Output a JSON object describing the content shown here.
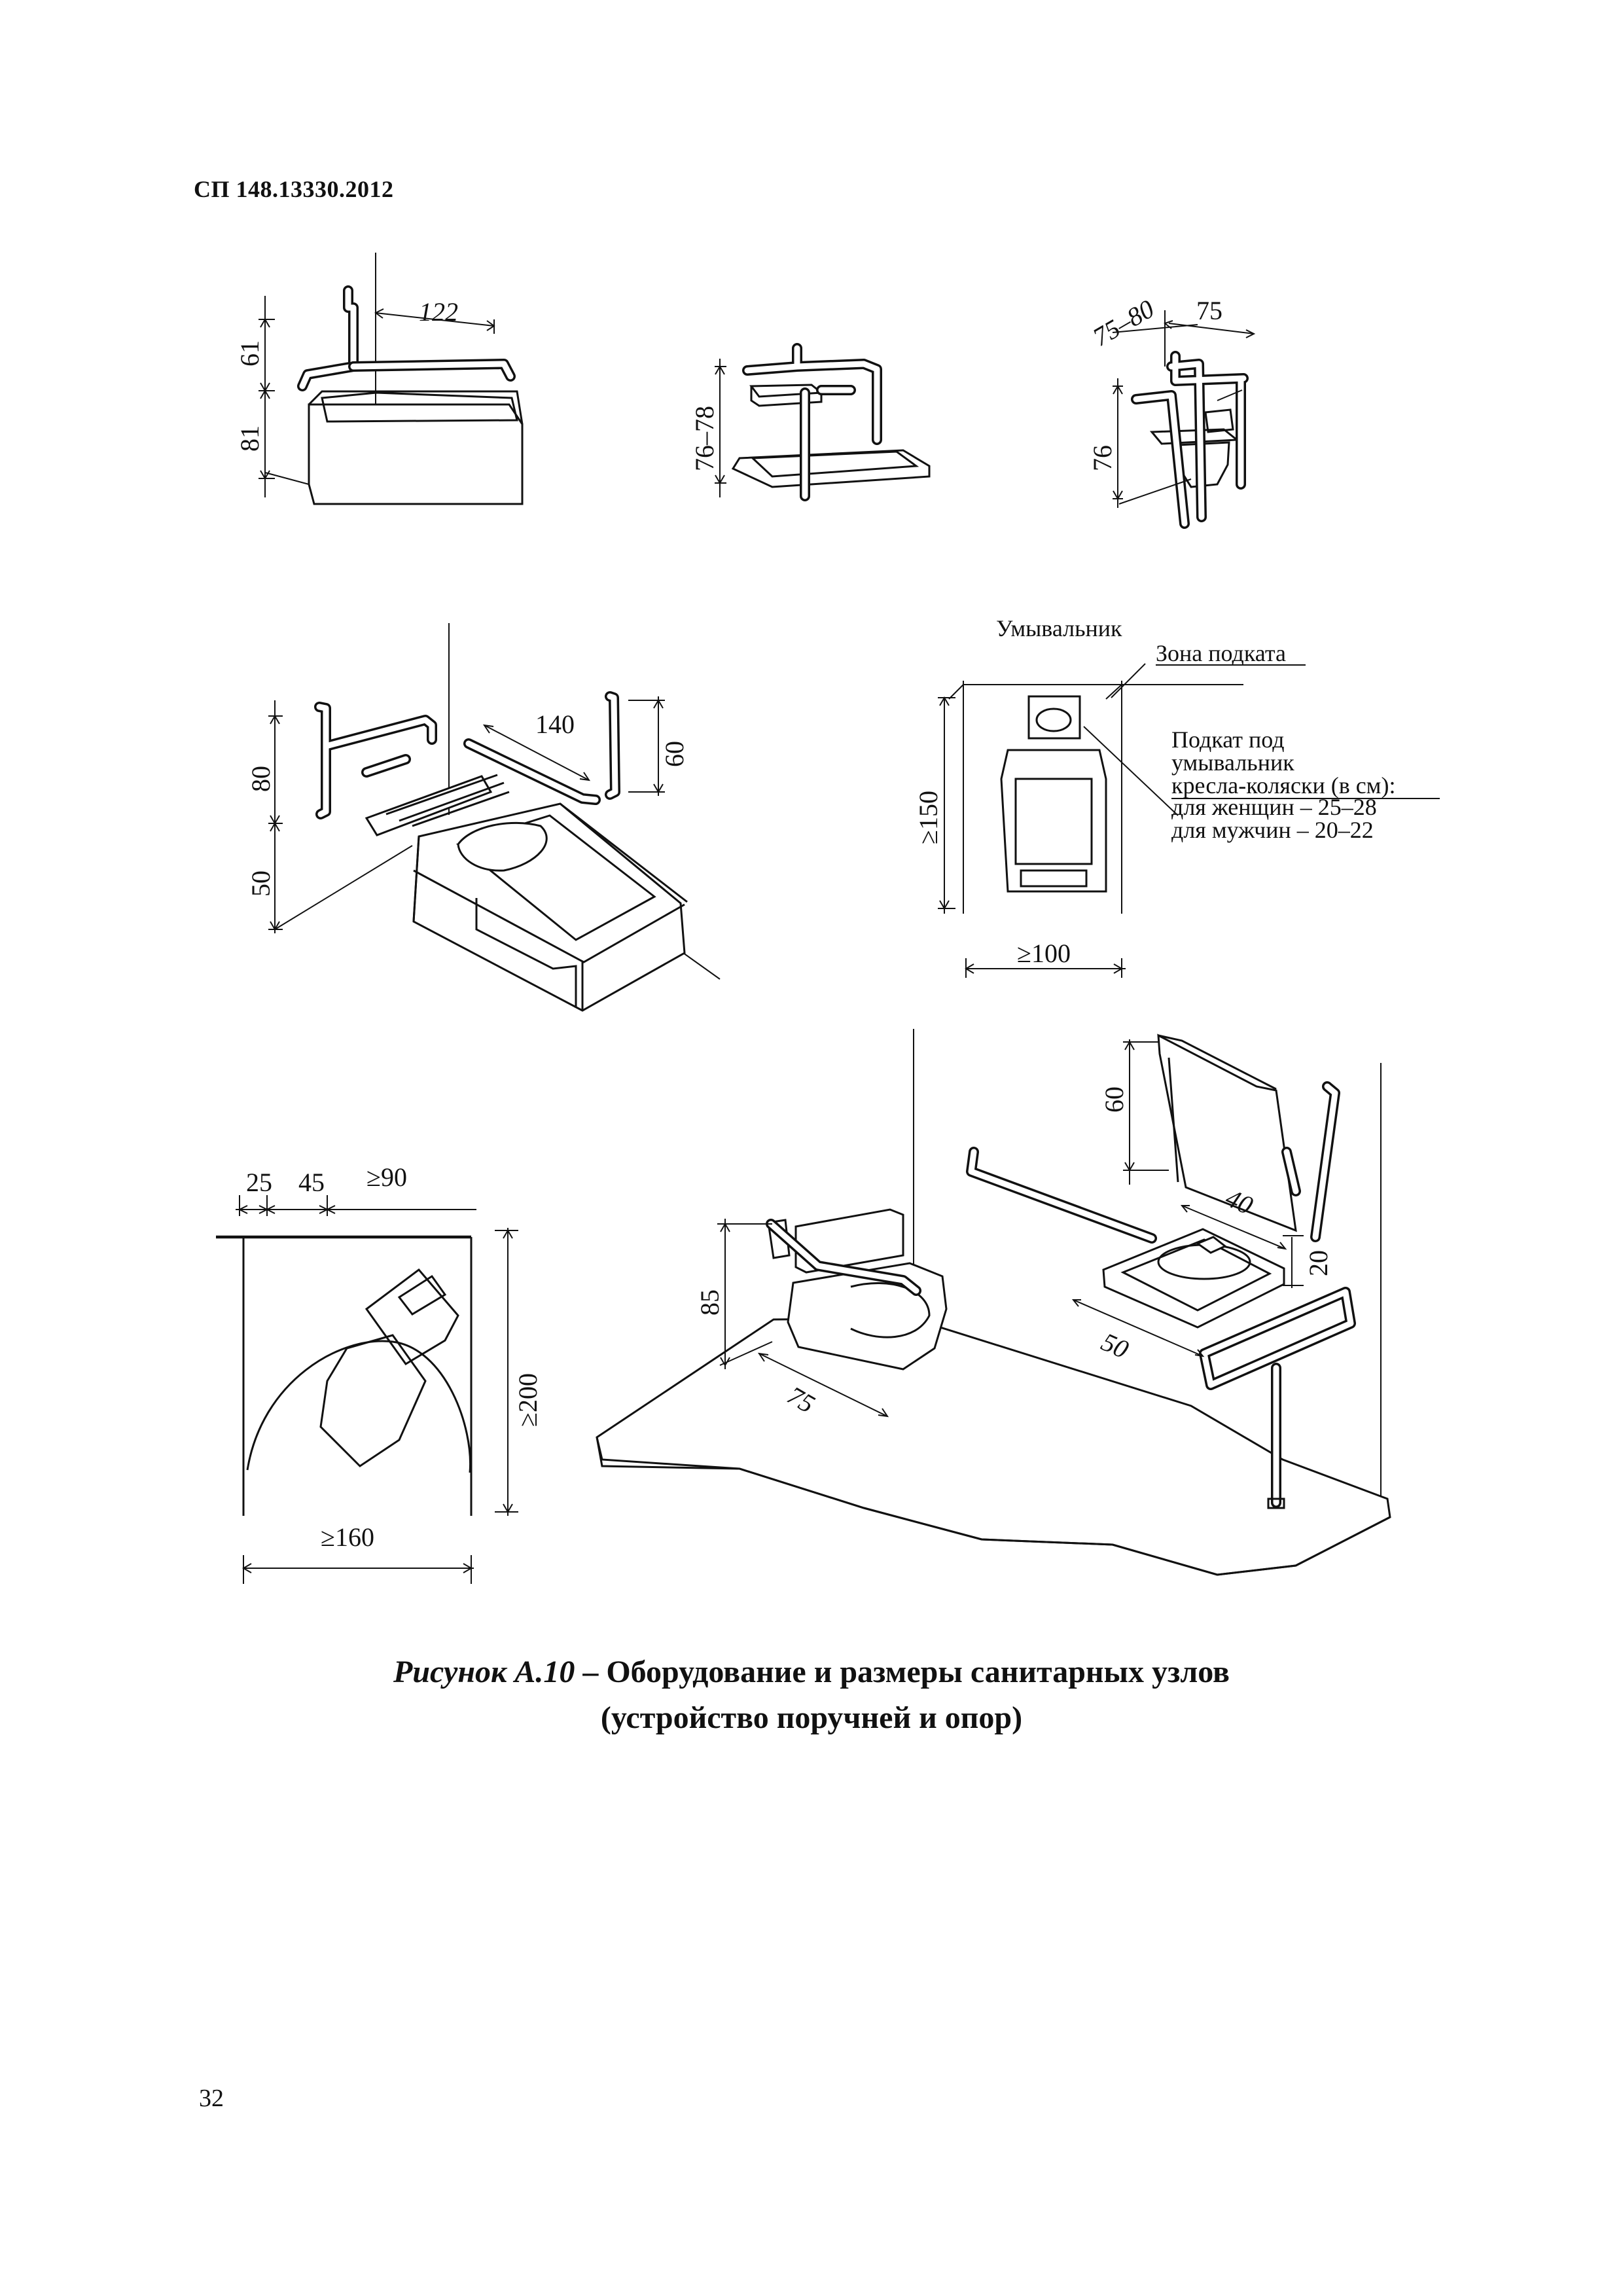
{
  "header": {
    "doc_code": "СП 148.13330.2012"
  },
  "figure": {
    "caption_prefix": "Рисунок А.10",
    "caption_dash": " – ",
    "caption_line1": "Оборудование и размеры санитарных узлов",
    "caption_line2": "(устройство поручней и опор)"
  },
  "panels": {
    "bathtub": {
      "dim_rail_length": "122",
      "dim_upper": "61",
      "dim_lower": "81"
    },
    "shower_seat": {
      "dim_height": "76–78"
    },
    "toilet_small": {
      "dim_offset": "75–80",
      "dim_width": "75",
      "dim_height": "76"
    },
    "bath_seat": {
      "dim_rail_length": "140",
      "dim_rail_height": "60",
      "dim_upper": "80",
      "dim_lower": "50"
    },
    "washbasin_plan": {
      "label_washbasin": "Умывальник",
      "label_zone": "Зона подката",
      "note_line1": "Подкат под",
      "note_line2": "умывальник",
      "note_line3": "кресла-коляски (в см):",
      "note_line4": "для женщин – 25–28",
      "note_line5": "для мужчин – 20–22",
      "dim_depth": "≥150",
      "dim_width": "≥100"
    },
    "turning_plan": {
      "dim_a": "25",
      "dim_b": "45",
      "dim_c": "≥90",
      "dim_depth": "≥200",
      "dim_width": "≥160"
    },
    "room_perspective": {
      "dim_toilet_height": "85",
      "dim_toilet_depth": "75",
      "dim_mirror": "60",
      "dim_mirror_gap": "40",
      "dim_basin": "50",
      "dim_basin_gap": "20"
    }
  },
  "page": {
    "number": "32"
  }
}
